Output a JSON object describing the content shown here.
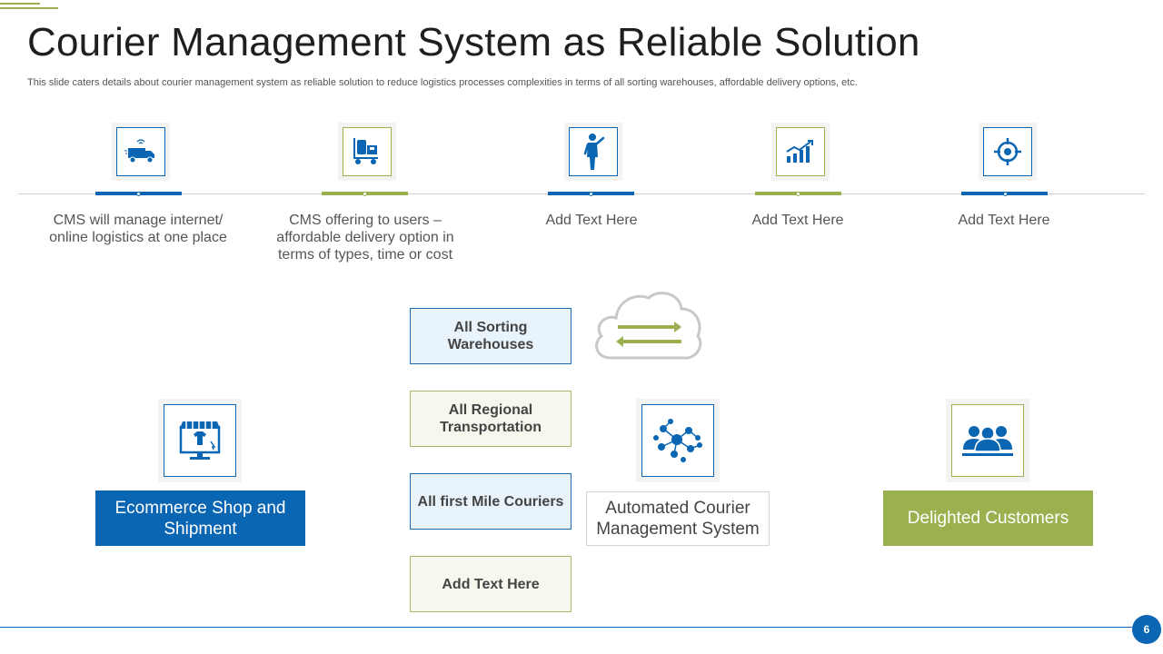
{
  "slide": {
    "title": "Courier Management System as Reliable Solution",
    "subtitle": "This slide caters details about courier management system as reliable solution to reduce logistics processes complexities in terms of all sorting warehouses, affordable delivery options, etc.",
    "page_number": "6"
  },
  "steps": [
    {
      "text": "CMS will manage internet/ online logistics at one place",
      "icon": "delivery-truck-icon",
      "color": "#0a66b3"
    },
    {
      "text": "CMS offering to users – affordable delivery option in terms of types, time or cost",
      "icon": "hand-truck-icon",
      "color": "#9bb04f"
    },
    {
      "text": "Add Text Here",
      "icon": "person-pointing-icon",
      "color": "#0a66b3"
    },
    {
      "text": "Add Text Here",
      "icon": "growth-chart-icon",
      "color": "#9bb04f"
    },
    {
      "text": "Add Text Here",
      "icon": "target-icon",
      "color": "#0a66b3"
    }
  ],
  "stack": [
    {
      "label": "All Sorting Warehouses"
    },
    {
      "label": "All Regional Transportation"
    },
    {
      "label": "All first Mile Couriers"
    },
    {
      "label": "Add Text Here"
    }
  ],
  "nodes": {
    "ecommerce": {
      "label": "Ecommerce Shop and Shipment",
      "icon": "online-shop-icon"
    },
    "cms": {
      "label": "Automated Courier Management System",
      "icon": "network-icon"
    },
    "customers": {
      "label": "Delighted Customers",
      "icon": "people-group-icon"
    }
  },
  "colors": {
    "blue": "#0a66b3",
    "green": "#9bb04f"
  },
  "cloud_icon": "cloud-exchange-icon"
}
